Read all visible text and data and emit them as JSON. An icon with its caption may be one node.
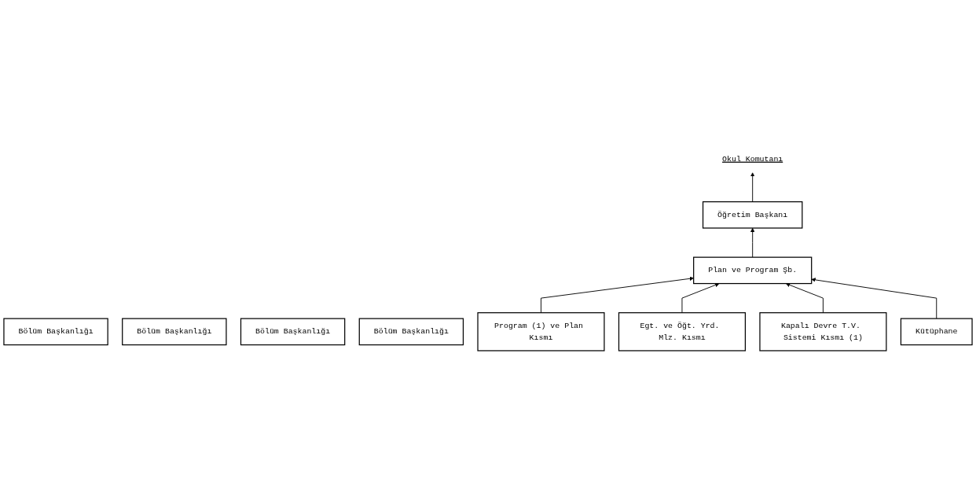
{
  "diagram": {
    "nodes": [
      {
        "text": [
          "Okul Komutanı"
        ]
      },
      {
        "text": [
          "Öğretim Başkanı"
        ]
      },
      {
        "text": [
          "Bölüm Başkanlığı"
        ]
      },
      {
        "text": [
          "Bölüm Başkanlığı"
        ]
      },
      {
        "text": [
          "Plan ve Program Şb."
        ]
      },
      {
        "text": [
          "Bölüm Başkanlığı"
        ]
      },
      {
        "text": [
          "Bölüm Başkanlığı"
        ]
      },
      {
        "text": [
          "Program (1) ve Plan Kısmı"
        ]
      },
      {
        "text": [
          "Egt. ve Öğt. Yrd. Mlz. Kısmı"
        ]
      },
      {
        "text": [
          "Kapalı Devre T.V. Sistemi Kısmı (1)"
        ]
      },
      {
        "text": [
          "Kütüphane"
        ]
      }
    ],
    "edges": [
      {
        "from": 1,
        "to": 0,
        "arrow": "to"
      },
      {
        "from": 4,
        "to": 1,
        "arrow": "to"
      },
      {
        "from": 7,
        "to": 4,
        "arrow": "to"
      },
      {
        "from": 8,
        "to": 4,
        "arrow": "to"
      },
      {
        "from": 9,
        "to": 4,
        "arrow": "to"
      },
      {
        "from": 10,
        "to": 4,
        "arrow": "to"
      }
    ]
  }
}
